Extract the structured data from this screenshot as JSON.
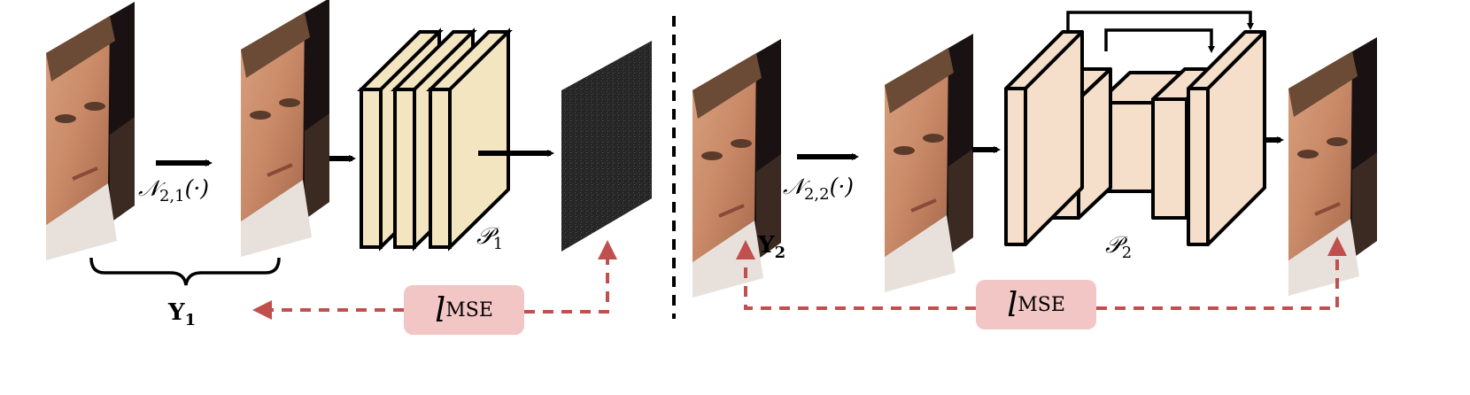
{
  "left": {
    "operator": {
      "main": "𝒩",
      "sub": "2,1",
      "args": "(·)"
    },
    "network_label": {
      "main": "𝒫",
      "sub": "1"
    },
    "pair_label": {
      "main": "Y",
      "sub": "1"
    },
    "loss": {
      "main": "l",
      "sub": "MSE"
    }
  },
  "right": {
    "operator": {
      "main": "𝒩",
      "sub": "2,2",
      "args": "(·)"
    },
    "network_label": {
      "main": "𝒫",
      "sub": "2"
    },
    "target_label": {
      "main": "Y",
      "sub": "2"
    },
    "loss": {
      "main": "l",
      "sub": "MSE"
    }
  },
  "colors": {
    "block_p1": "#f3e5c0",
    "block_p2": "#f6dfca",
    "loss_box": "#f3c6c6",
    "loss_arrow": "#c0504d",
    "noise": "#2a2a2a"
  }
}
